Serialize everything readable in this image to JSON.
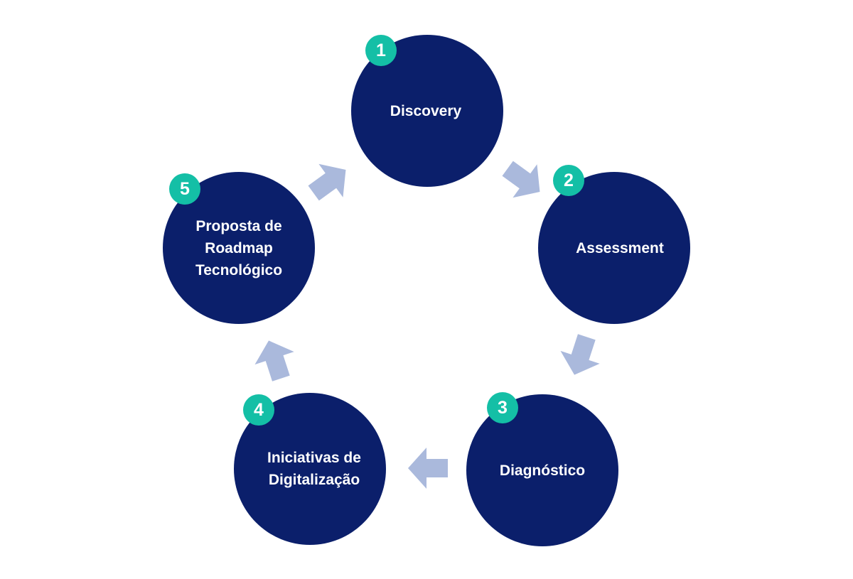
{
  "steps": [
    {
      "number": "1",
      "label": "Discovery"
    },
    {
      "number": "2",
      "label": "Assessment"
    },
    {
      "number": "3",
      "label": "Diagnóstico"
    },
    {
      "number": "4",
      "label": "Iniciativas de\nDigitalização"
    },
    {
      "number": "5",
      "label": "Proposta de\nRoadmap\nTecnológico"
    }
  ],
  "colors": {
    "circle": "#0b1f6b",
    "badge": "#14bfa6",
    "arrow": "#aab9dc",
    "text": "#ffffff"
  },
  "icons": {
    "arrow": "arrow-icon"
  }
}
